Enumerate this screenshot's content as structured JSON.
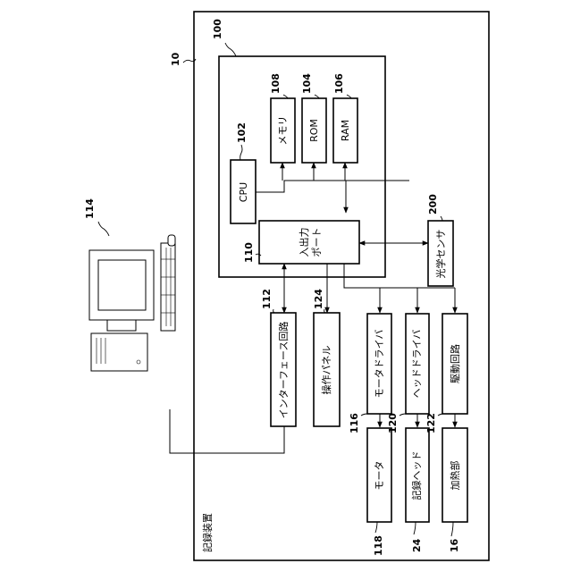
{
  "refs": {
    "r10": "10",
    "r100": "100",
    "r102": "102",
    "r104": "104",
    "r106": "106",
    "r108": "108",
    "r110": "110",
    "r112": "112",
    "r114": "114",
    "r116": "116",
    "r118": "118",
    "r120": "120",
    "r122": "122",
    "r124": "124",
    "r200": "200",
    "r24": "24",
    "r16": "16"
  },
  "labels": {
    "device": "記録装置",
    "cpu": "CPU",
    "memory": "メモリ",
    "rom": "ROM",
    "ram": "RAM",
    "io_port_line1": "入出力",
    "io_port_line2": "ポート",
    "optical_sensor": "光学センサ",
    "interface_circuit": "インターフェース回路",
    "operation_panel": "操作パネル",
    "motor_driver": "モータドライバ",
    "head_driver": "ヘッドドライバ",
    "drive_circuit": "駆動回路",
    "motor": "モータ",
    "recording_head": "記録ヘッド",
    "heating_unit": "加熱部"
  },
  "icons": {
    "computer": "computer-icon"
  }
}
